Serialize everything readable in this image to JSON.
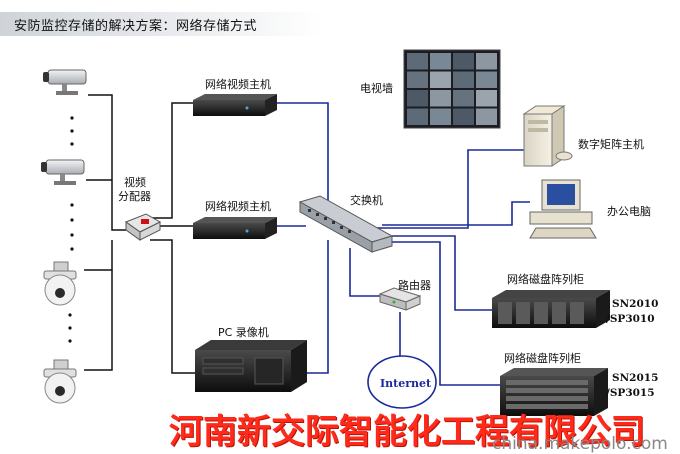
{
  "title": "安防监控存储的解决方案：网络存储方式",
  "labels": {
    "nvr_top": "网络视频主机",
    "nvr_mid": "网络视频主机",
    "distributor": "视频\n分配器",
    "distributor_line1": "视频",
    "distributor_line2": "分配器",
    "pc_recorder": "PC 录像机",
    "tv_wall": "电视墙",
    "matrix_host": "数字矩阵主机",
    "switch": "交换机",
    "office_pc": "办公电脑",
    "router": "路由器",
    "internet": "Internet",
    "raid_top": "网络磁盘阵列柜",
    "raid_top_model_1": "SN2010",
    "raid_top_model_2": "/SP3010",
    "raid_bottom": "网络磁盘阵列柜",
    "raid_bottom_model_1": "SN2015",
    "raid_bottom_model_2": "/SP3015"
  },
  "company": "河南新交际智能化工程有限公司",
  "watermark": "china.makepolo.com",
  "colors": {
    "link_line": "#1a2a9a",
    "black_line": "#111111",
    "company_text": "#ff2a1a",
    "title_bar": "#cfd3d8"
  },
  "icons": [
    "dome-camera-icon",
    "bullet-camera-icon",
    "nvr-icon",
    "switch-icon",
    "router-icon",
    "server-tower-icon",
    "desktop-pc-icon",
    "raid-cabinet-icon",
    "rack-server-icon",
    "video-wall-icon",
    "internet-cloud-icon"
  ]
}
